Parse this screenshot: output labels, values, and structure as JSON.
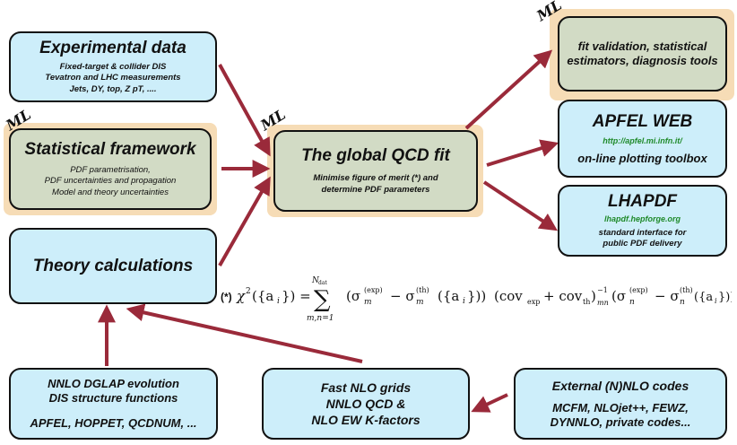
{
  "badges": {
    "ml": "ML"
  },
  "experimental": {
    "title": "Experimental data",
    "lines": [
      "Fixed-target & collider DIS",
      "Tevatron and LHC measurements",
      "Jets, DY, top, Z pT, ...."
    ]
  },
  "statistical": {
    "title": "Statistical framework",
    "lines": [
      "PDF parametrisation,",
      "PDF uncertainties and propagation",
      "Model and theory uncertainties"
    ]
  },
  "theory": {
    "title": "Theory calculations"
  },
  "global_fit": {
    "title": "The global QCD fit",
    "lines": [
      "Minimise figure of merit (*) and",
      "determine PDF parameters"
    ]
  },
  "validation": {
    "lines": [
      "fit validation, statistical",
      "estimators, diagnosis tools"
    ]
  },
  "apfel": {
    "title": "APFEL WEB",
    "url": "http://apfel.mi.infn.it/",
    "desc": "on-line plotting toolbox"
  },
  "lhapdf": {
    "title": "LHAPDF",
    "url": "lhapdf.hepforge.org",
    "lines": [
      "standard interface for",
      "public PDF delivery"
    ]
  },
  "dglap": {
    "lines": [
      "NNLO DGLAP evolution",
      "DIS structure functions"
    ],
    "codes": "APFEL, HOPPET, QCDNUM, ..."
  },
  "fastnlo": {
    "lines": [
      "Fast NLO grids",
      "NNLO QCD &",
      "NLO EW K-factors"
    ]
  },
  "external": {
    "title": "External (N)NLO codes",
    "lines": [
      "MCFM, NLOjet++, FEWZ,",
      "DYNNLO, private codes..."
    ]
  },
  "formula": {
    "star": "(*)",
    "chi": "χ",
    "sq": "2",
    "arg": "({a",
    "i": "i",
    "argclose": "}) =",
    "sum": "∑",
    "upper": "N",
    "upper_sub": "dat",
    "lower": "m,n=1",
    "t1": "(σ",
    "m": "m",
    "exp": "(exp)",
    "minus": "− σ",
    "th": "(th)",
    "args": "({a",
    "close1": "}))",
    "cov": "(cov",
    "covexp": "exp",
    "plus": "+ cov",
    "covth": "th",
    "covclose": ")",
    "inv": "−1",
    "mn": "mn",
    "t2": "(σ",
    "n": "n",
    "close2": "}))"
  },
  "colors": {
    "arrow": "#9a2a3a",
    "blue_box": "#cdeefa",
    "green_box": "#d2dbc5",
    "halo": "#f6dcb6",
    "url": "#1f8a2a"
  }
}
